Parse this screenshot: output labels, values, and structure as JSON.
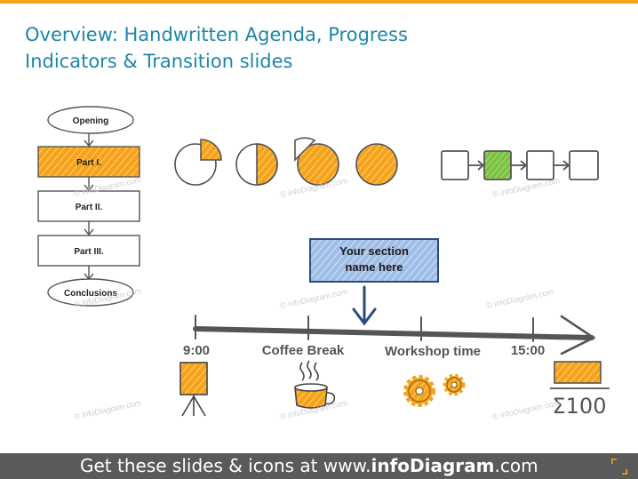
{
  "title": {
    "line1": "Overview: Handwritten Agenda, Progress",
    "line2": "Indicators & Transition slides"
  },
  "flowchart": {
    "start": "Opening",
    "steps": [
      "Part I.",
      "Part II.",
      "Part III."
    ],
    "end": "Conclusions",
    "active_step_index": 0
  },
  "progress_pies": {
    "levels": [
      0.25,
      0.5,
      0.75,
      1.0
    ]
  },
  "progress_squares": {
    "count": 4,
    "active_index": 1
  },
  "callout": {
    "line1": "Your section",
    "line2": "name here"
  },
  "timeline": {
    "labels": [
      "9:00",
      "Coffee Break",
      "Workshop time",
      "15:00"
    ],
    "sum_label": "Σ100"
  },
  "watermark": "© infoDiagram.com",
  "footer": {
    "prefix": "Get these slides & icons at www.",
    "brand": "infoDiagram",
    "suffix": ".com"
  },
  "colors": {
    "accent": "#f5a21d",
    "title": "#1e86a8",
    "green": "#7cc242",
    "callout_fill": "#9fbde6",
    "callout_stroke": "#2b4a7e",
    "ink": "#555555",
    "footer_bg": "#5a5a5a"
  },
  "icons": [
    "flipchart-icon",
    "coffee-cup-icon",
    "gears-icon",
    "sum-chart-icon",
    "arrow-down-icon",
    "corner-logo-icon"
  ]
}
